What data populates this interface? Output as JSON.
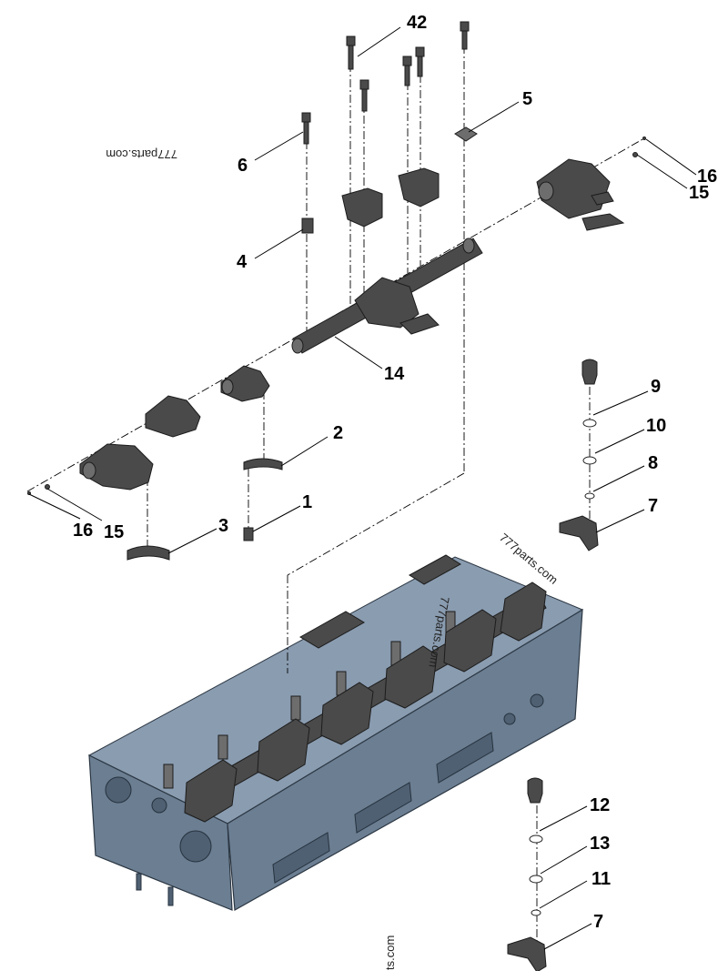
{
  "callouts": {
    "c42": "42",
    "c5": "5",
    "c6": "6",
    "c16a": "16",
    "c15a": "15",
    "c4": "4",
    "c14": "14",
    "c9": "9",
    "c10": "10",
    "c8": "8",
    "c7a": "7",
    "c2": "2",
    "c1": "1",
    "c3": "3",
    "c16b": "16",
    "c15b": "15",
    "c12": "12",
    "c13": "13",
    "c11": "11",
    "c7b": "7"
  },
  "watermarks": {
    "w1": "777parts.com",
    "w2": "777parts.com",
    "w3": "777parts.com",
    "w4": "ts.com"
  }
}
